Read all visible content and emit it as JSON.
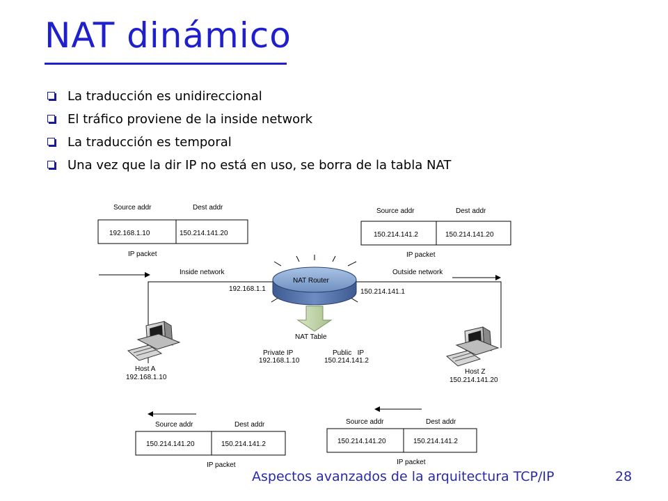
{
  "slide": {
    "title": "NAT dinámico",
    "bullets": [
      "La traducción es unidireccional",
      "El tráfico proviene de la inside network",
      "La traducción es temporal",
      "Una vez que la dir IP no está en uso, se borra de la tabla NAT"
    ],
    "footer": "Aspectos avanzados de la arquitectura TCP/IP",
    "page_number": "28"
  },
  "diagram": {
    "packet_top_left": {
      "source_label": "Source addr",
      "dest_label": "Dest addr",
      "source": "192.168.1.10",
      "dest": "150.214.141.20",
      "caption": "IP packet"
    },
    "packet_top_right": {
      "source_label": "Source addr",
      "dest_label": "Dest addr",
      "source": "150.214.141.2",
      "dest": "150.214.141.20",
      "caption": "IP packet"
    },
    "packet_bottom_left": {
      "source_label": "Source addr",
      "dest_label": "Dest addr",
      "source": "150.214.141.20",
      "dest": "150.214.141.2",
      "caption": "IP packet"
    },
    "packet_bottom_right": {
      "source_label": "Source addr",
      "dest_label": "Dest addr",
      "source": "150.214.141.20",
      "dest": "150.214.141.2",
      "caption": "IP packet"
    },
    "inside_network_label": "Inside network",
    "outside_network_label": "Outside network",
    "router_label": "NAT Router",
    "router_inside_ip": "192.168.1.1",
    "router_outside_ip": "150.214.141.1",
    "nat_table": {
      "label": "NAT Table",
      "private_header": "Private IP",
      "public_header": "Public   IP",
      "private_value": "192.168.1.10",
      "public_value": "150.214.141.2"
    },
    "host_a": {
      "name": "Host A",
      "ip": "192.168.1.10"
    },
    "host_z": {
      "name": "Host Z",
      "ip": "150.214.141.20"
    }
  }
}
